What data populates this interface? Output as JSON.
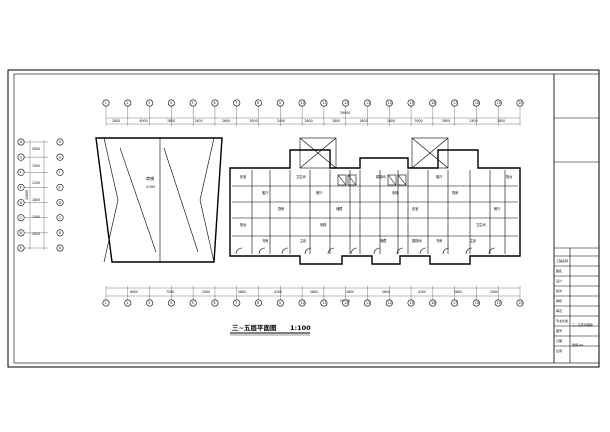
{
  "drawing": {
    "title": "三~五层平面图",
    "scale": "1:100"
  },
  "dimensions": {
    "top_total": "29900",
    "bottom_total": "29900",
    "left_total": "12600",
    "top_segments": [
      "2800",
      "6000",
      "1800",
      "2400",
      "2600",
      "3000",
      "2400",
      "2600",
      "1800",
      "2600",
      "2400",
      "3000",
      "2600",
      "2400",
      "1800"
    ],
    "bottom_segments": [
      "6000",
      "7200",
      "2000",
      "2800",
      "4100",
      "2800",
      "1800",
      "2800",
      "4100",
      "2800",
      "2000"
    ],
    "left_segments": [
      "3000",
      "1500",
      "1200",
      "1800",
      "1500",
      "3000"
    ]
  },
  "grid_axes": {
    "top": [
      "1",
      "2",
      "3",
      "4",
      "5",
      "6",
      "7",
      "8",
      "9",
      "10",
      "11",
      "12",
      "13",
      "14",
      "15",
      "16",
      "17",
      "18",
      "19",
      "20"
    ],
    "left": [
      "H",
      "G",
      "F",
      "E",
      "D",
      "C",
      "B",
      "A"
    ]
  },
  "rooms": {
    "left_block_label": "商铺",
    "left_block_level": "4.500",
    "labels": [
      "卧室",
      "客厅",
      "厨房",
      "卫生间",
      "餐厅",
      "阳台",
      "书房",
      "主卧",
      "储藏",
      "楼梯间",
      "电梯"
    ]
  },
  "title_block": {
    "rows": [
      "工程名称",
      "图名",
      "设计",
      "校对",
      "审核",
      "审定",
      "专业负责",
      "图号",
      "日期",
      "比例"
    ],
    "drawing_name": "三~五层平面图",
    "sheet": "建施-04"
  },
  "colors": {
    "line": "#000000",
    "accent": "#c8232c"
  }
}
